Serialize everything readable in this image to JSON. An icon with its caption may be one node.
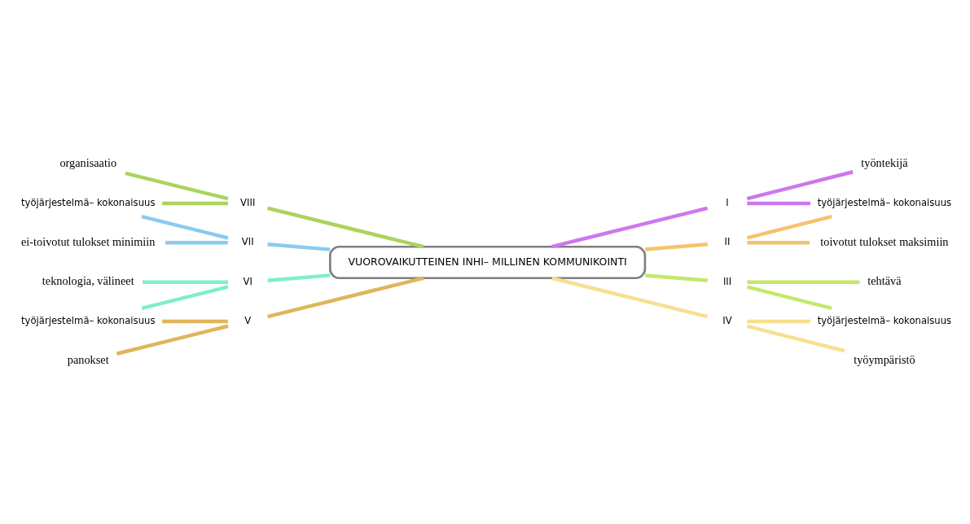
{
  "diagram": {
    "nodes": [
      {
        "text": [
          "VUOROVAIKUTTEINEN INHI– MILLINEN KOMMUNIKOINTI"
        ]
      },
      {
        "text": [
          "I"
        ]
      },
      {
        "text": [
          "työntekijä"
        ]
      },
      {
        "text": [
          "työjärjestelmä– kokonaisuus"
        ]
      },
      {
        "text": [
          "II"
        ]
      },
      {
        "text": [
          "toivotut tulokset maksimiin"
        ]
      },
      {
        "text": [
          "III"
        ]
      },
      {
        "text": [
          "tehtävä"
        ]
      },
      {
        "text": [
          "työjärjestelmä– kokonaisuus"
        ]
      },
      {
        "text": [
          "IV"
        ]
      },
      {
        "text": [
          "työympäristö"
        ]
      },
      {
        "text": [
          "V"
        ]
      },
      {
        "text": [
          "työjärjestelmä– kokonaisuus"
        ]
      },
      {
        "text": [
          "panokset"
        ]
      },
      {
        "text": [
          "VI"
        ]
      },
      {
        "text": [
          "teknologia, välineet"
        ]
      },
      {
        "text": [
          "VII"
        ]
      },
      {
        "text": [
          "ei-toivotut tulokset minimiin"
        ]
      },
      {
        "text": [
          "työjärjestelmä– kokonaisuus"
        ]
      },
      {
        "text": [
          "VIII"
        ]
      },
      {
        "text": [
          "organisaatio"
        ]
      }
    ],
    "edges": [
      {
        "from": 20,
        "to": 19,
        "arrow": "none",
        "color": "#aad45a"
      },
      {
        "from": 18,
        "to": 19,
        "arrow": "none",
        "color": "#aad45a"
      },
      {
        "from": 19,
        "to": 0,
        "arrow": "none",
        "color": "#aad45a"
      },
      {
        "from": 18,
        "to": 16,
        "arrow": "none",
        "color": "#88ccf0"
      },
      {
        "from": 17,
        "to": 16,
        "arrow": "none",
        "color": "#88ccf0"
      },
      {
        "from": 16,
        "to": 0,
        "arrow": "none",
        "color": "#88ccf0"
      },
      {
        "from": 15,
        "to": 14,
        "arrow": "none",
        "color": "#7eeecf"
      },
      {
        "from": 12,
        "to": 14,
        "arrow": "none",
        "color": "#7eeecf"
      },
      {
        "from": 14,
        "to": 0,
        "arrow": "none",
        "color": "#7eeecf"
      },
      {
        "from": 12,
        "to": 11,
        "arrow": "none",
        "color": "#e0b65a"
      },
      {
        "from": 13,
        "to": 11,
        "arrow": "none",
        "color": "#e0b65a"
      },
      {
        "from": 11,
        "to": 0,
        "arrow": "none",
        "color": "#e0b65a"
      },
      {
        "from": 0,
        "to": 1,
        "arrow": "none",
        "color": "#cc77ee"
      },
      {
        "from": 1,
        "to": 2,
        "arrow": "none",
        "color": "#cc77ee"
      },
      {
        "from": 1,
        "to": 3,
        "arrow": "none",
        "color": "#cc77ee"
      },
      {
        "from": 0,
        "to": 4,
        "arrow": "none",
        "color": "#f5c36b"
      },
      {
        "from": 4,
        "to": 3,
        "arrow": "none",
        "color": "#f5c36b"
      },
      {
        "from": 4,
        "to": 5,
        "arrow": "none",
        "color": "#f5c36b"
      },
      {
        "from": 0,
        "to": 6,
        "arrow": "none",
        "color": "#c4e86a"
      },
      {
        "from": 6,
        "to": 7,
        "arrow": "none",
        "color": "#c4e86a"
      },
      {
        "from": 6,
        "to": 8,
        "arrow": "none",
        "color": "#c4e86a"
      },
      {
        "from": 0,
        "to": 9,
        "arrow": "none",
        "color": "#f7e08e"
      },
      {
        "from": 9,
        "to": 8,
        "arrow": "none",
        "color": "#f7e08e"
      },
      {
        "from": 9,
        "to": 10,
        "arrow": "none",
        "color": "#f7e08e"
      }
    ]
  }
}
